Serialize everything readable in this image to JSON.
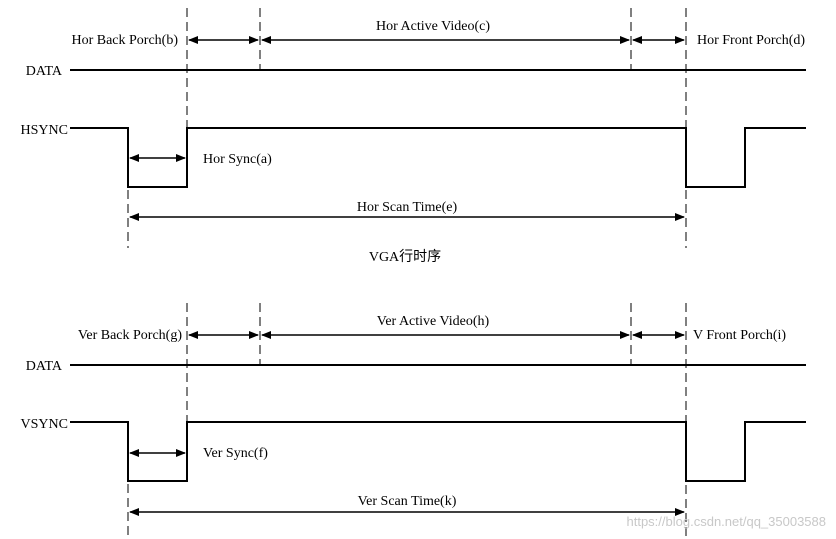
{
  "horizontal": {
    "back_porch": "Hor Back Porch(b)",
    "active_video": "Hor Active Video(c)",
    "front_porch": "Hor Front Porch(d)",
    "data": "DATA",
    "sync_signal": "HSYNC",
    "sync": "Hor Sync(a)",
    "scan_time": "Hor Scan Time(e)",
    "caption": "VGA行时序"
  },
  "vertical": {
    "back_porch": "Ver Back Porch(g)",
    "active_video": "Ver Active Video(h)",
    "front_porch": "V Front Porch(i)",
    "data": "DATA",
    "sync_signal": "VSYNC",
    "sync": "Ver Sync(f)",
    "scan_time": "Ver Scan Time(k)"
  },
  "watermark": "https://blog.csdn.net/qq_35003588"
}
